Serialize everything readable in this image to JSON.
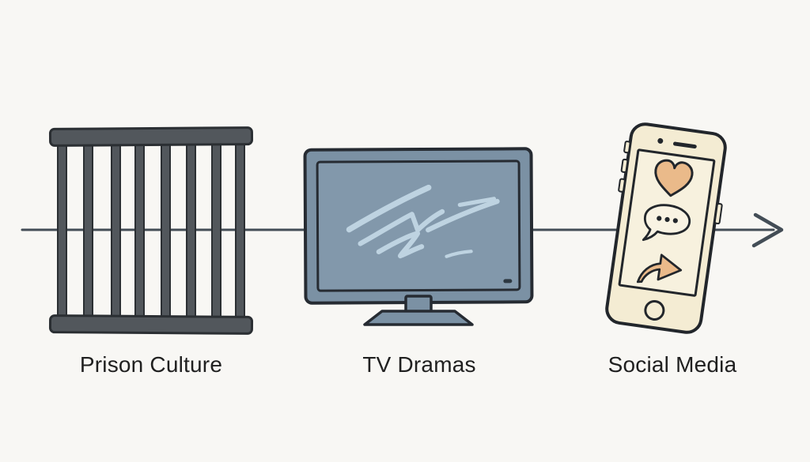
{
  "diagram": {
    "type": "timeline-flow",
    "direction": "left-to-right",
    "items": [
      {
        "label": "Prison Culture",
        "icon": "prison-bars-icon"
      },
      {
        "label": "TV Dramas",
        "icon": "tv-icon"
      },
      {
        "label": "Social Media",
        "icon": "smartphone-icon",
        "phone_screen_icons": [
          "heart-icon",
          "speech-bubble-icon",
          "share-arrow-icon"
        ]
      }
    ]
  },
  "colors": {
    "background": "#f8f7f4",
    "arrow_line": "#434d56",
    "bars_fill": "#52575c",
    "bars_outline": "#2b2f33",
    "tv_bezel": "#7b91a4",
    "tv_screen": "#8298ab",
    "tv_outline": "#262b32",
    "tv_glare": "#bed3e1",
    "phone_body": "#f4ecd3",
    "phone_screen": "#f7f1de",
    "phone_outline": "#22262b",
    "icon_tan": "#eaba8a",
    "bubble_fill": "#f9f3e3",
    "label_text": "#202020"
  }
}
